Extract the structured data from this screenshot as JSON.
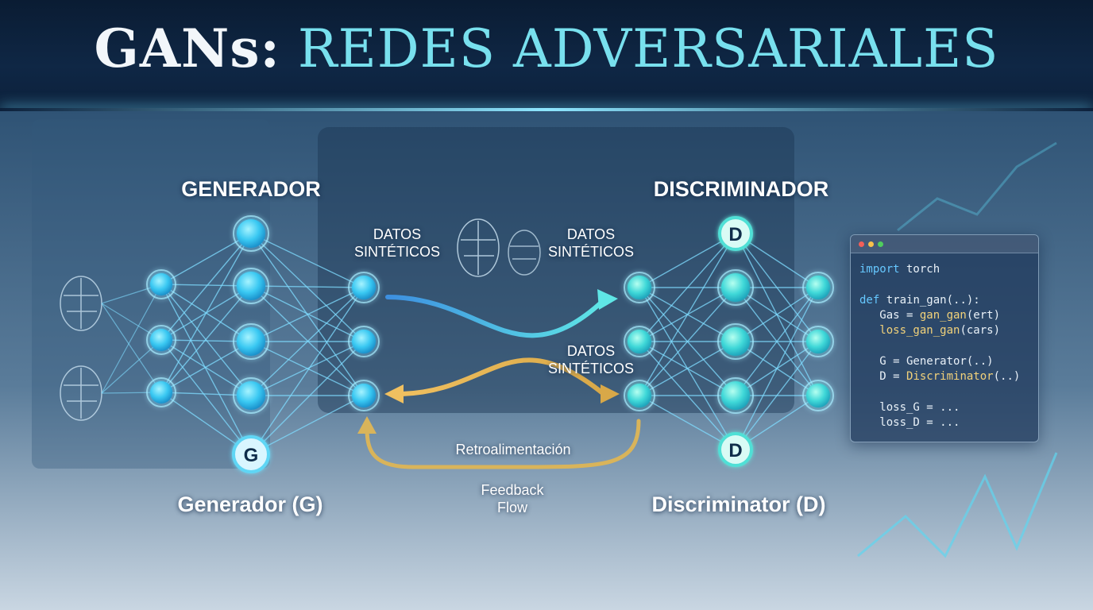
{
  "title": {
    "part1": "GANs:",
    "part2": "REDES ADVERSARIALES"
  },
  "generator": {
    "heading": "GENERADOR",
    "caption": "Generador (G)",
    "badge": "G"
  },
  "discriminator": {
    "heading": "DISCRIMINADOR",
    "caption": "Discriminator (D)",
    "badge": "D"
  },
  "flow": {
    "synthetic_top_left": [
      "DATOS",
      "SINTÉTICOS"
    ],
    "synthetic_top_right": [
      "DATOS",
      "SINTÉTICOS"
    ],
    "synthetic_mid_right": [
      "DATOS",
      "SINTÉTICOS"
    ],
    "feedback": "Retroalimentación",
    "feedback_flow": [
      "Feedback",
      "Flow"
    ]
  },
  "code": {
    "l1_kw": "import",
    "l1_rest": " torch",
    "l2_kw": "def",
    "l2_rest": " train_gan(..):",
    "l3_pre": "   Gas = ",
    "l3_fn": "gan_gan",
    "l3_post": "(ert)",
    "l4_fn": "   loss_gan_gan",
    "l4_post": "(cars)",
    "l5": "   G = Generator(..)",
    "l6_pre": "   D = ",
    "l6_fn": "Discriminator",
    "l6_post": "(..)",
    "l7": "   loss_G = ...",
    "l8": "   loss_D = ..."
  },
  "colors": {
    "node": "#3ec6f5",
    "edge": "#7fdcff",
    "arrow_blue": "#4fd6ea",
    "arrow_gold": "#e0b456",
    "title_bg": "#0f2745"
  }
}
